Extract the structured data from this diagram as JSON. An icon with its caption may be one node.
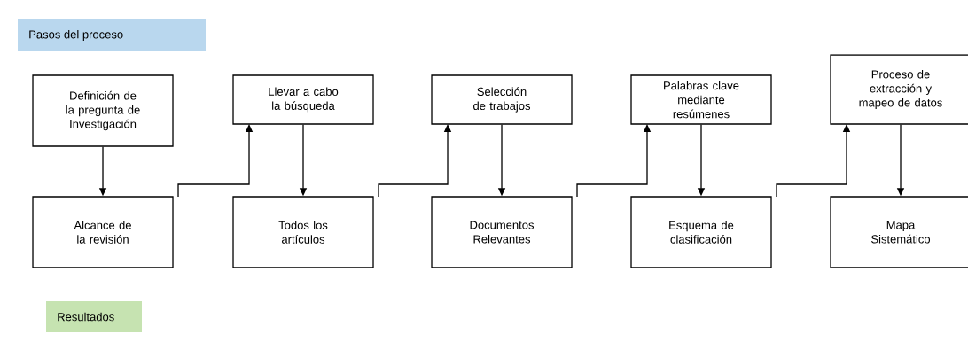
{
  "diagram": {
    "nodes": [
      {
        "text": [
          "Definición de la pregunta de Investigación"
        ]
      },
      {
        "text": [
          "Alcance de la revisión"
        ]
      },
      {
        "text": [
          "Llevar a cabo la búsqueda"
        ]
      },
      {
        "text": [
          "Todos los artículos"
        ]
      },
      {
        "text": [
          "Selección de trabajos"
        ]
      },
      {
        "text": [
          "Documentos Relevantes"
        ]
      },
      {
        "text": [
          "Palabras clave mediante resúmenes"
        ]
      },
      {
        "text": [
          "Esquema de clasificación"
        ]
      },
      {
        "text": [
          "Proceso de extracción y mapeo de datos"
        ]
      },
      {
        "text": [
          "Mapa Sistemático"
        ]
      }
    ],
    "edges": [
      {
        "from": 0,
        "to": 1,
        "arrow": "to"
      },
      {
        "from": 1,
        "to": 2,
        "arrow": "to"
      },
      {
        "from": 2,
        "to": 3,
        "arrow": "to"
      },
      {
        "from": 3,
        "to": 4,
        "arrow": "to"
      },
      {
        "from": 4,
        "to": 5,
        "arrow": "to"
      },
      {
        "from": 5,
        "to": 6,
        "arrow": "to"
      },
      {
        "from": 6,
        "to": 7,
        "arrow": "to"
      },
      {
        "from": 7,
        "to": 8,
        "arrow": "to"
      },
      {
        "from": 8,
        "to": 9,
        "arrow": "to"
      }
    ],
    "legend": [
      {
        "text": "Pasos del proceso",
        "color": "#b9d7ee"
      },
      {
        "text": "Resultados",
        "color": "#c6e3b1"
      }
    ]
  }
}
